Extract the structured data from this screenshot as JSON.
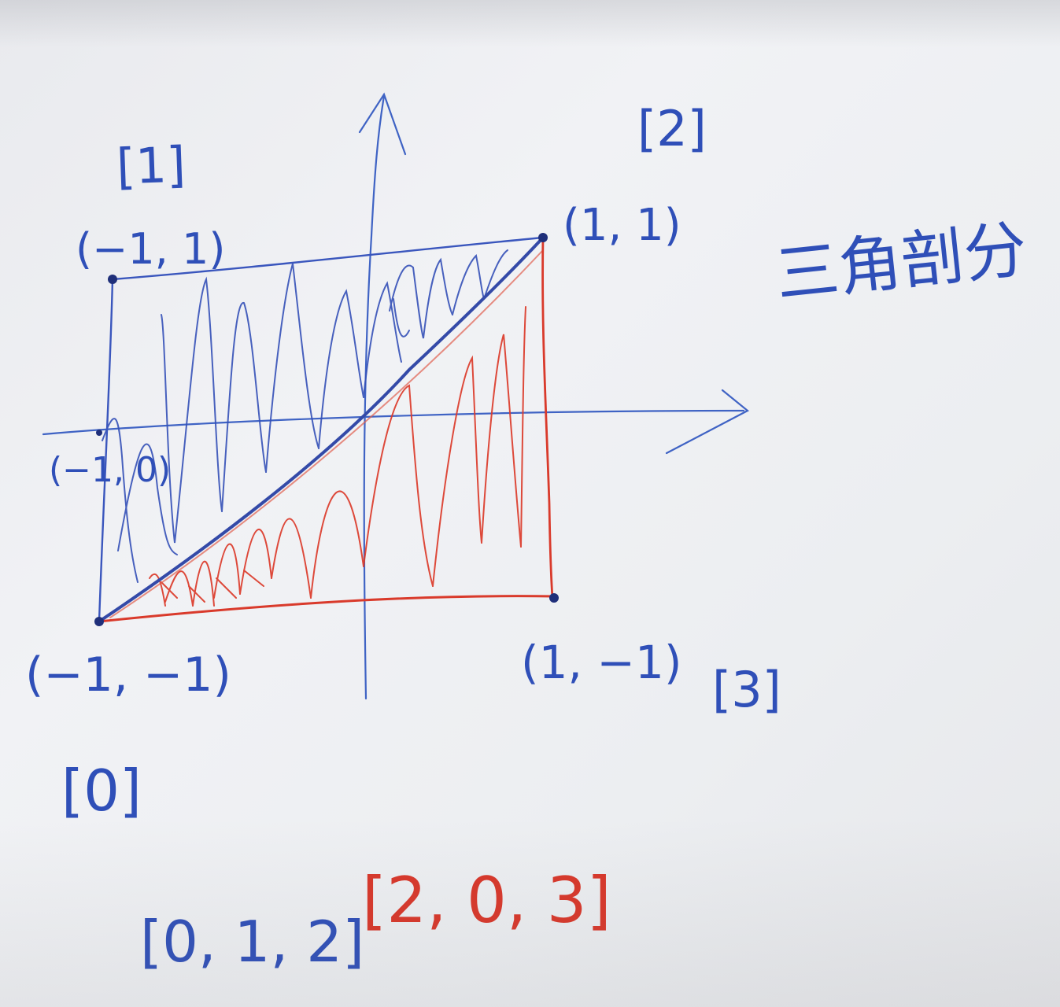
{
  "notes": {
    "index_1": "[1]",
    "index_2": "[2]",
    "index_0": "[0]",
    "index_3": "[3]",
    "coord_tl": "(−1, 1)",
    "coord_tr": "(1, 1)",
    "coord_bl": "(−1, −1)",
    "coord_br": "(1, −1)",
    "coord_left_mid": "(−1, 0)",
    "title": "三角剖分",
    "tri_blue": "[0, 1, 2]",
    "tri_red": "[2, 0, 3]"
  },
  "colors": {
    "blue_ink": "#2f4fb8",
    "red_ink": "#d63a2c",
    "paper": "#eef0f3"
  }
}
